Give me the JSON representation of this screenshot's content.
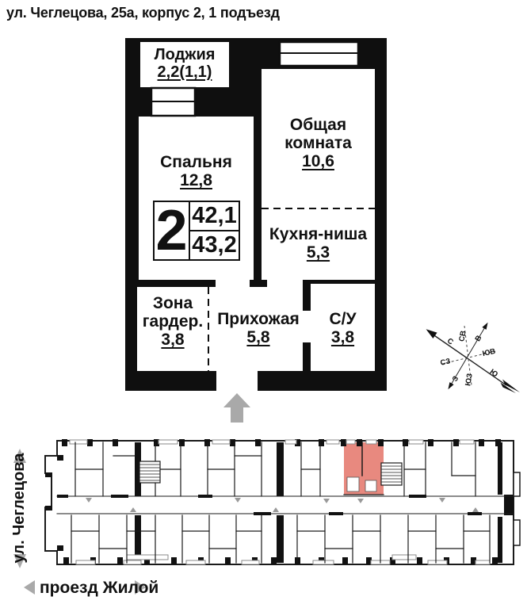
{
  "header": {
    "title": "ул. Чеглецова, 25а, корпус 2, 1 подъезд"
  },
  "plan": {
    "rooms": {
      "loggia": {
        "name": "Лоджия",
        "area": "2,2(1,1)"
      },
      "bedroom": {
        "name": "Спальня",
        "area": "12,8"
      },
      "living": {
        "name_line1": "Общая",
        "name_line2": "комната",
        "area": "10,6"
      },
      "kitchen": {
        "name": "Кухня-ниша",
        "area": "5,3"
      },
      "wardrobe": {
        "name_line1": "Зона",
        "name_line2": "гардер.",
        "area": "3,8"
      },
      "hall": {
        "name": "Прихожая",
        "area": "5,8"
      },
      "bathroom": {
        "name": "С/У",
        "area": "3,8"
      }
    },
    "badge": {
      "rooms_count": "2",
      "area_total": "42,1",
      "area_with_loggia": "43,2"
    }
  },
  "compass": {
    "n": "С",
    "ne": "СВ",
    "e": "В",
    "se": "ЮВ",
    "s": "Ю",
    "sw": "ЮЗ",
    "w": "З",
    "nw": "СЗ"
  },
  "streets": {
    "left": "ул. Чеглецова",
    "bottom": "проезд Жилой"
  },
  "colors": {
    "highlight": "#e8897f",
    "arrow": "#a9a9a9",
    "wall": "#0f0f0f"
  }
}
